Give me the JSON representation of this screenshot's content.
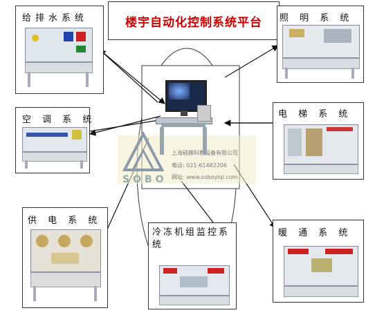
{
  "title": "楼宇自动化控制系统平台",
  "systems": {
    "water": "给排水系统",
    "lighting": "照 明 系 统",
    "hvac": "空 调 系 统",
    "elevator": "电 梯 系 统",
    "power": "供 电 系 统",
    "chiller": "冷冻机组监控系统",
    "heating": "暖 通 系 统"
  },
  "watermark": {
    "company": "上海硕膜科教设备有限公司",
    "phone": "电话: 021-61482206",
    "web": "网址: www.soboyiqi.com",
    "logo": "SOBO"
  },
  "colors": {
    "title_red": "#cc0000",
    "border": "#333333",
    "arrow": "#111111"
  }
}
